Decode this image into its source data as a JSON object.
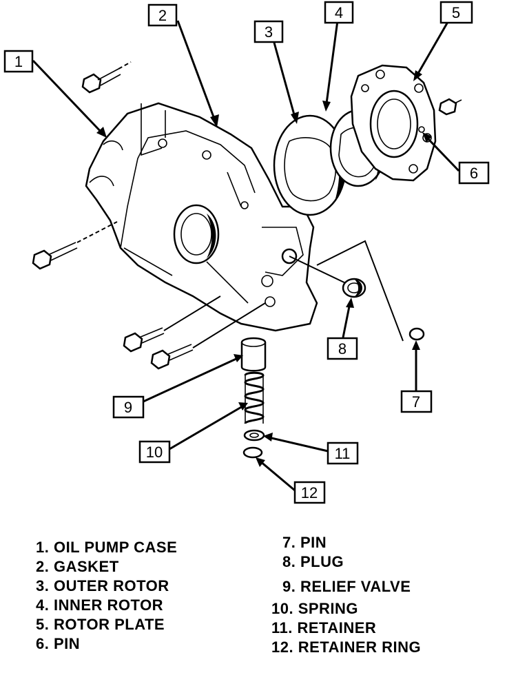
{
  "callouts": [
    "1",
    "2",
    "3",
    "4",
    "5",
    "6",
    "7",
    "8",
    "9",
    "10",
    "11",
    "12"
  ],
  "legend_left": [
    "1. OIL PUMP CASE",
    "2. GASKET",
    "3. OUTER ROTOR",
    "4. INNER ROTOR",
    "5. ROTOR PLATE",
    "6. PIN"
  ],
  "legend_right": [
    "7. PIN",
    "8. PLUG",
    "9. RELIEF VALVE",
    "10. SPRING",
    "11. RETAINER",
    "12. RETAINER RING"
  ]
}
